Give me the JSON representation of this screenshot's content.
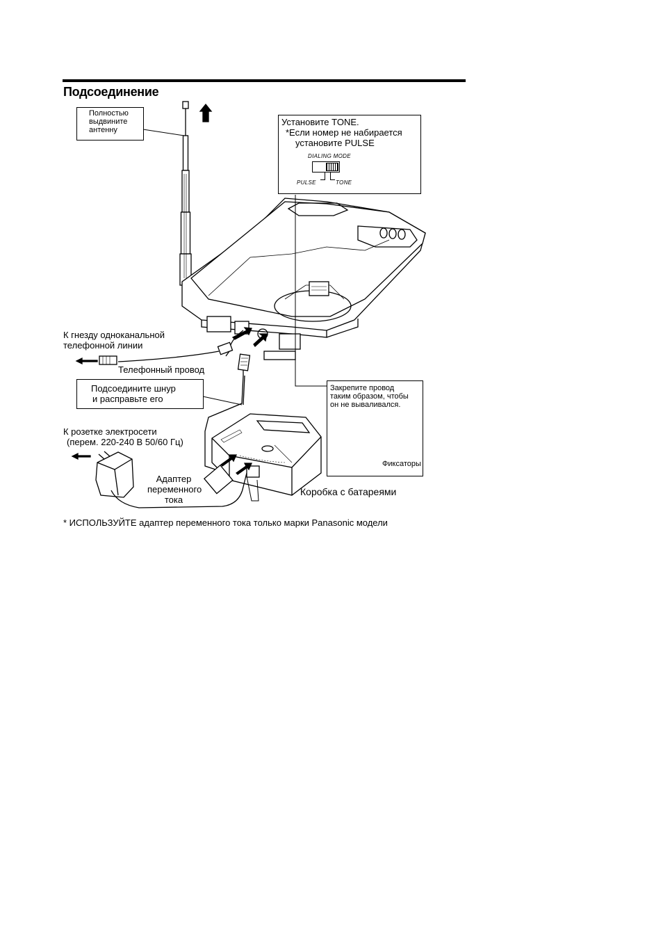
{
  "section": {
    "title": "Подсоединение"
  },
  "callouts": {
    "antenna": [
      "Полностью",
      "выдвините",
      "антенну"
    ],
    "dialing": {
      "line1": "Установите TONE.",
      "line2": "*Если номер не набирается",
      "line3": "установите PULSE",
      "switch_label": "DIALING MODE",
      "pulse": "PULSE",
      "tone": "TONE"
    },
    "phone_line": [
      "К гнезду одноканальной",
      "телефонной линии"
    ],
    "phone_cord": "Телефонный провод",
    "cord": [
      "Подсоедините шнур",
      "и расправьте его"
    ],
    "mains": [
      "К розетке электросети",
      "(перем. 220-240 В 50/60 Гц)"
    ],
    "adapter": [
      "Адаптер",
      "переменного",
      "тока"
    ],
    "battery_box": "Коробка с батареями",
    "secure": [
      "Закрепите провод",
      "таким образом, чтобы",
      "он не вываливался."
    ],
    "latches": "Фиксаторы"
  },
  "footnote": "* ИСПОЛЬЗУЙТЕ адаптер переменного тока только марки Panasonic модели"
}
